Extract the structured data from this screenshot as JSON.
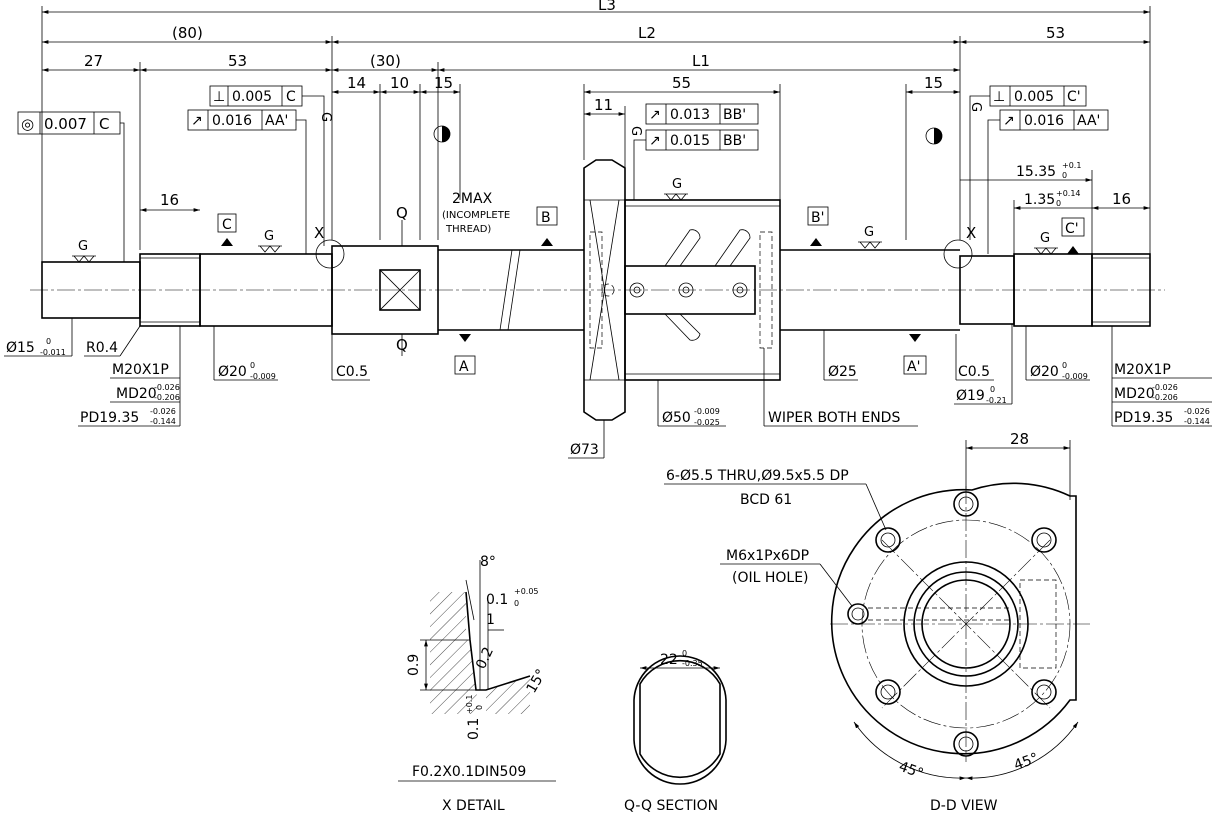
{
  "dimensions": {
    "l3": "L3",
    "l2": "L2",
    "l1": "L1",
    "d80": "(80)",
    "d53_right": "53",
    "d27": "27",
    "d53_left": "53",
    "d30": "(30)",
    "d14": "14",
    "d10": "10",
    "d15_left": "15",
    "d55": "55",
    "d15_right": "15",
    "d11": "11",
    "d16_left": "16",
    "d16_right": "16",
    "d28": "28",
    "d15_35": "15.35",
    "d15_35_tol_up": "+0.1",
    "d15_35_tol_lo": "0",
    "d1_35": "1.35",
    "d1_35_tol_up": "+0.14",
    "d1_35_tol_lo": "0"
  },
  "tolerance_frames": {
    "concentricity": {
      "symbol": "◎",
      "value": "0.007",
      "datum": "C"
    },
    "perp_left": {
      "symbol": "⊥",
      "value": "0.005",
      "datum": "C"
    },
    "runout_left": {
      "symbol": "↗",
      "value": "0.016",
      "datum": "AA'"
    },
    "runout_nut_1": {
      "symbol": "↗",
      "value": "0.013",
      "datum": "BB'"
    },
    "runout_nut_2": {
      "symbol": "↗",
      "value": "0.015",
      "datum": "BB'"
    },
    "perp_right": {
      "symbol": "⊥",
      "value": "0.005",
      "datum": "C'"
    },
    "runout_right": {
      "symbol": "↗",
      "value": "0.016",
      "datum": "AA'"
    }
  },
  "datums": {
    "a": "A",
    "a_prime": "A'",
    "b": "B",
    "b_prime": "B'",
    "c": "C",
    "c_prime": "C'"
  },
  "labels": {
    "grind": "G",
    "x_left": "X",
    "x_right": "X",
    "q_top": "Q",
    "q_bottom": "Q",
    "two_max": "2MAX",
    "incomplete_1": "(INCOMPLETE",
    "incomplete_2": "THREAD)",
    "d15_main": "Ø15",
    "d15_up": "0",
    "d15_lo": "-0.011",
    "r04": "R0.4",
    "m20_left": "M20X1P",
    "md20_left": "MD20",
    "md20_left_up": "-0.026",
    "md20_left_lo": "-0.206",
    "pd_left": "PD19.35",
    "pd_left_up": "-0.026",
    "pd_left_lo": "-0.144",
    "d20_left": "Ø20",
    "d20_left_up": "0",
    "d20_left_lo": "-0.009",
    "c05_left": "C0.5",
    "d73": "Ø73",
    "d50": "Ø50",
    "d50_up": "-0.009",
    "d50_lo": "-0.025",
    "wiper": "WIPER BOTH ENDS",
    "d25": "Ø25",
    "c05_right": "C0.5",
    "d19": "Ø19",
    "d19_up": "0",
    "d19_lo": "-0.21",
    "d20_right": "Ø20",
    "d20_right_up": "0",
    "d20_right_lo": "-0.009",
    "m20_right": "M20X1P",
    "md20_right": "MD20",
    "md20_right_up": "-0.026",
    "md20_right_lo": "-0.206",
    "pd_right": "PD19.35",
    "pd_right_up": "-0.026",
    "pd_right_lo": "-0.144",
    "holes": "6-Ø5.5 THRU,Ø9.5x5.5 DP",
    "bcd": "BCD 61",
    "oil_1": "M6x1Px6DP",
    "oil_2": "(OIL HOLE)",
    "angle_left": "45°",
    "angle_right": "45°"
  },
  "x_detail": {
    "angle_8": "8°",
    "d01": "0.1",
    "d01_up": "+0.05",
    "d01_lo": "0",
    "d1": "1",
    "r02": "0.2",
    "d09": "0.9",
    "angle_15": "15°",
    "d01_v": "0.1",
    "d01_v_up": "+0.1",
    "d01_v_lo": "0",
    "undercut": "F0.2X0.1DIN509",
    "title": "X DETAIL"
  },
  "q_section": {
    "width": "22",
    "width_up": "0",
    "width_lo": "-0.35",
    "title": "Q-Q SECTION"
  },
  "d_view": {
    "title": "D-D VIEW"
  }
}
